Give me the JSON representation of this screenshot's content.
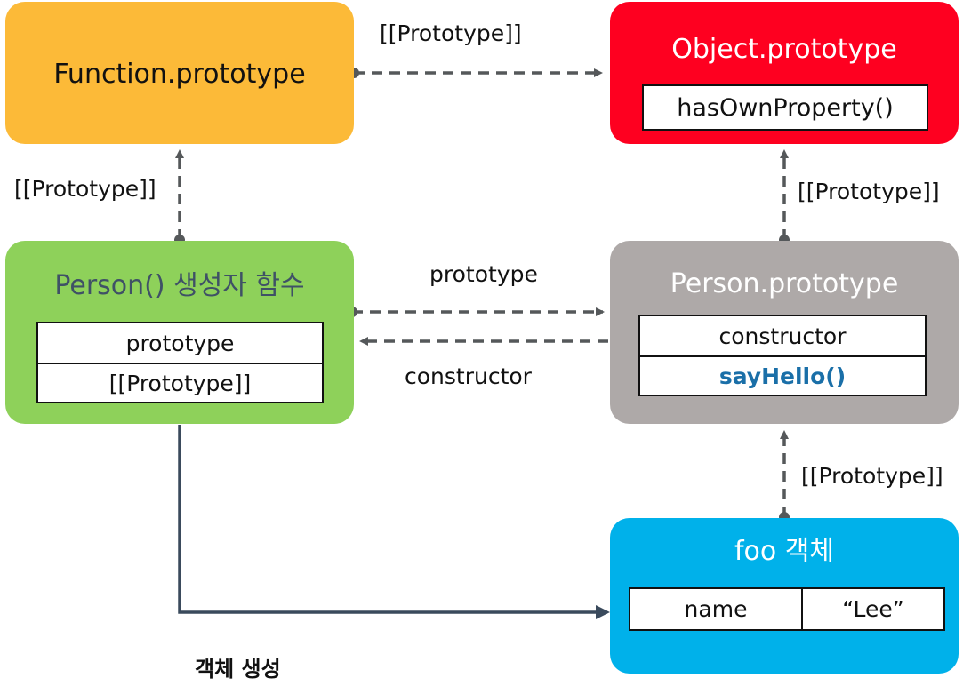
{
  "nodes": {
    "function_prototype": {
      "title": "Function.prototype",
      "color": "#FCBA38"
    },
    "object_prototype": {
      "title": "Object.prototype",
      "color": "#FE0020",
      "rows": [
        "hasOwnProperty()"
      ]
    },
    "person_constructor": {
      "title": "Person() 생성자 함수",
      "color": "#8ED15A",
      "rows": [
        "prototype",
        "[[Prototype]]"
      ]
    },
    "person_prototype": {
      "title": "Person.prototype",
      "color": "#AEA9A8",
      "rows": [
        "constructor",
        "sayHello()"
      ]
    },
    "foo": {
      "title": "foo 객체",
      "color": "#00B1EA",
      "cells": [
        "name",
        "“Lee”"
      ]
    }
  },
  "edges": {
    "func_to_object": "[[Prototype]]",
    "person_to_func": "[[Prototype]]",
    "personproto_to_object": "[[Prototype]]",
    "prototype_link": "prototype",
    "constructor_link": "constructor",
    "foo_to_personproto": "[[Prototype]]",
    "instantiation": "객체 생성"
  },
  "colors": {
    "dashed_link": "#55585A",
    "solid_link": "#3A4A5C",
    "say_hello_text": "#1A6FA8"
  }
}
